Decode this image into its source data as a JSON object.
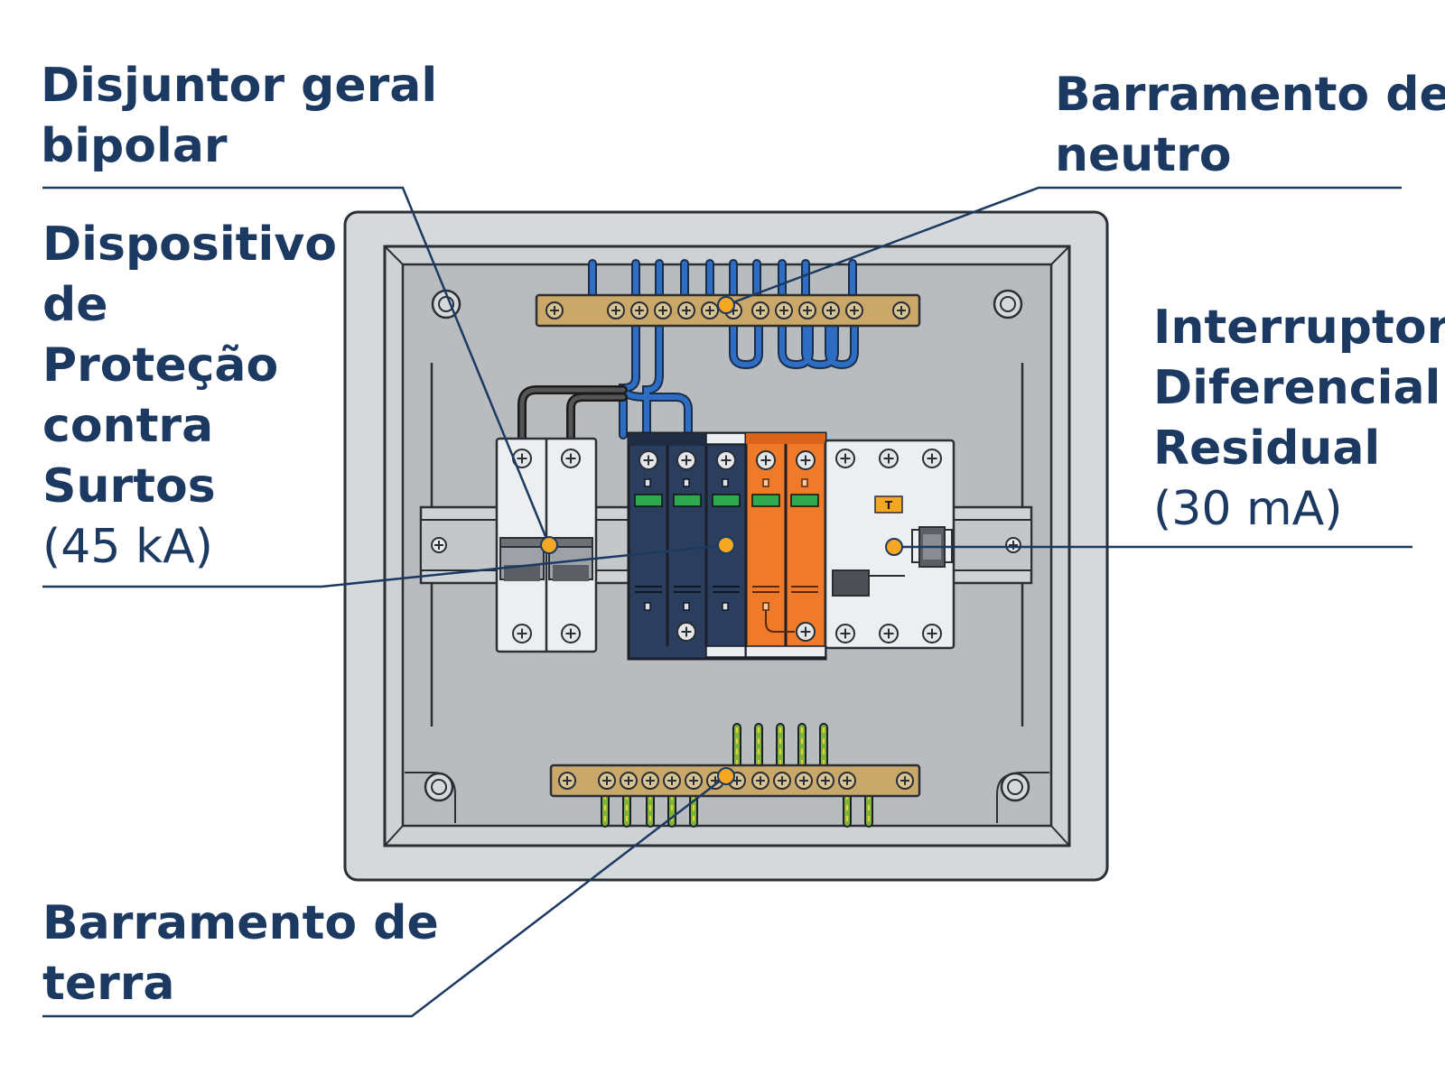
{
  "labels": {
    "main_breaker": {
      "lines": [
        "Disjuntor geral",
        "bipolar"
      ]
    },
    "spd": {
      "lines": [
        "Dispositivo",
        "de",
        "Proteção",
        "contra",
        "Surtos"
      ],
      "rating": "(45 kA)"
    },
    "neutral_bar": {
      "lines": [
        "Barramento de",
        "neutro"
      ]
    },
    "rcd": {
      "lines": [
        "Interruptor",
        "Diferencial",
        "Residual"
      ],
      "rating": "(30 mA)"
    },
    "earth_bar": {
      "lines": [
        "Barramento de",
        "terra"
      ]
    }
  },
  "rcd_test_button": "T",
  "colors": {
    "label_text": "#1c3a61",
    "leader_line": "#1c3a61",
    "marker": "#f5a623",
    "enclosure": "#d6d9dc",
    "backplate": "#b9bcbf",
    "busbar": "#c9a86a",
    "neutral_wire": "#2d6ec4",
    "phase_wire": "#2b2b2b",
    "spd_navy": "#2c3e5e",
    "spd_orange": "#ef7a2a",
    "earth_wire_green": "#7fb33a",
    "earth_wire_yellow": "#e6d13a",
    "module_white": "#eceeef"
  }
}
